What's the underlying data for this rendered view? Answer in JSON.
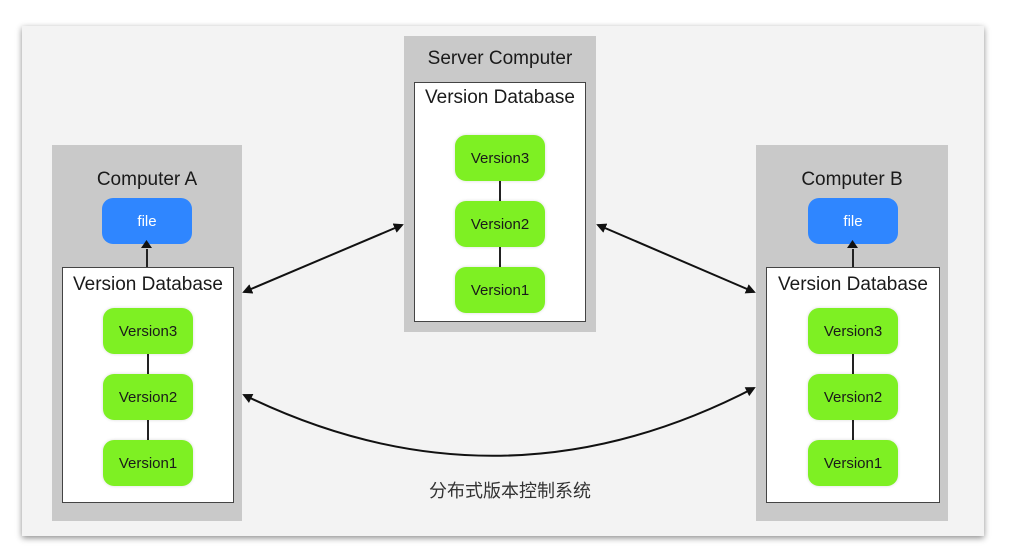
{
  "server": {
    "title": "Server Computer",
    "db_title": "Version Database",
    "versions": [
      "Version3",
      "Version2",
      "Version1"
    ]
  },
  "computer_a": {
    "title": "Computer A",
    "file_label": "file",
    "db_title": "Version Database",
    "versions": [
      "Version3",
      "Version2",
      "Version1"
    ]
  },
  "computer_b": {
    "title": "Computer B",
    "file_label": "file",
    "db_title": "Version Database",
    "versions": [
      "Version3",
      "Version2",
      "Version1"
    ]
  },
  "caption": "分布式版本控制系统",
  "colors": {
    "version_box": "#7ef023",
    "file_box": "#2f86ff",
    "panel": "#c9c9c9"
  }
}
